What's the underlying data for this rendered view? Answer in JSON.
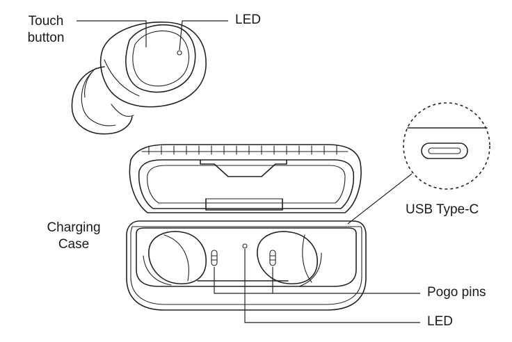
{
  "labels": {
    "touch_button_line1": "Touch",
    "touch_button_line2": "button",
    "led_top": "LED",
    "usb": "USB Type-C",
    "charging_case_line1": "Charging",
    "charging_case_line2": "Case",
    "pogo_pins": "Pogo pins",
    "led_bottom": "LED"
  },
  "icons": {
    "earbud": "earbud-illustration",
    "case": "charging-case-illustration",
    "usb_port": "usb-c-port-icon"
  }
}
